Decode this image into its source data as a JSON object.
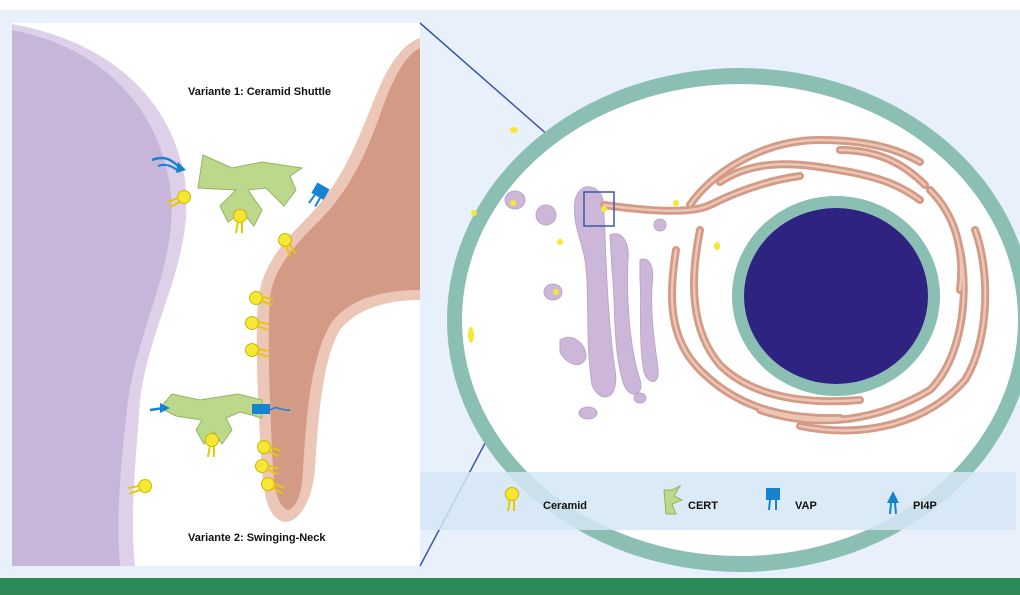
{
  "panel_left": {
    "variant_1": "Variante 1: Ceramid Shuttle",
    "variant_2": "Variante 2: Swinging-Neck"
  },
  "legend": {
    "items": [
      {
        "icon": "ceramide-icon",
        "label": "Ceramid"
      },
      {
        "icon": "cert-icon",
        "label": "CERT"
      },
      {
        "icon": "vap-icon",
        "label": "VAP"
      },
      {
        "icon": "pi4p-icon",
        "label": "PI4P"
      }
    ]
  },
  "colors": {
    "background_blue": "#e8f1fb",
    "er_purple": "#cdb7d9",
    "golgi_pink": "#d39a86",
    "cert_green": "#bcd88a",
    "ceramide_yellow": "#f5e733",
    "vap_blue": "#1583cf",
    "nucleus": "#2e2381",
    "membrane_teal": "#8cbfb3",
    "footer_green": "#2f8a57"
  }
}
